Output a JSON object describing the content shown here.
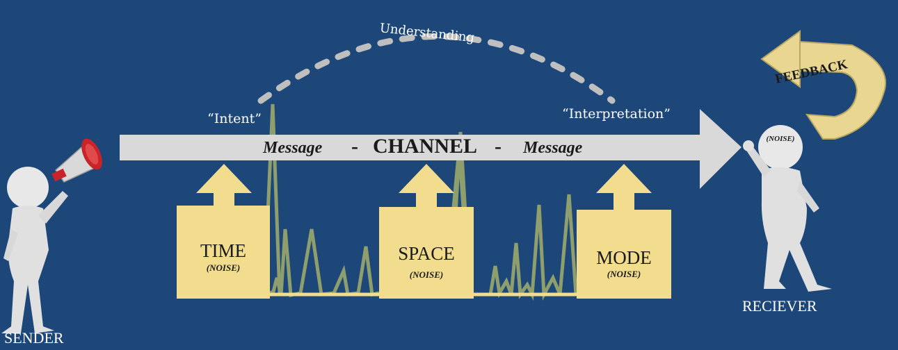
{
  "labels": {
    "understanding": "Understanding",
    "intent": "“Intent”",
    "interpretation": "“Interpretation”",
    "message_left": "Message",
    "dash_left": "-",
    "channel": "CHANNEL",
    "dash_right": "-",
    "message_right": "Message",
    "sender": "SENDER",
    "receiver": "RECIEVER",
    "receiver_noise": "(NOISE)",
    "feedback": "FEEDBACK"
  },
  "boxes": [
    {
      "title": "TIME",
      "noise": "(NOISE)"
    },
    {
      "title": "SPACE",
      "noise": "(NOISE)"
    },
    {
      "title": "MODE",
      "noise": "(NOISE)"
    }
  ],
  "colors": {
    "background": "#1d4779",
    "arrow": "#d9d9d9",
    "box": "#f2dd8f",
    "noise_spikes": "#8e9e6c",
    "arc": "#bfbfbf",
    "feedback_arrow": "#e9d690",
    "figure": "#e8e8e8",
    "megaphone": "#c8242a"
  }
}
